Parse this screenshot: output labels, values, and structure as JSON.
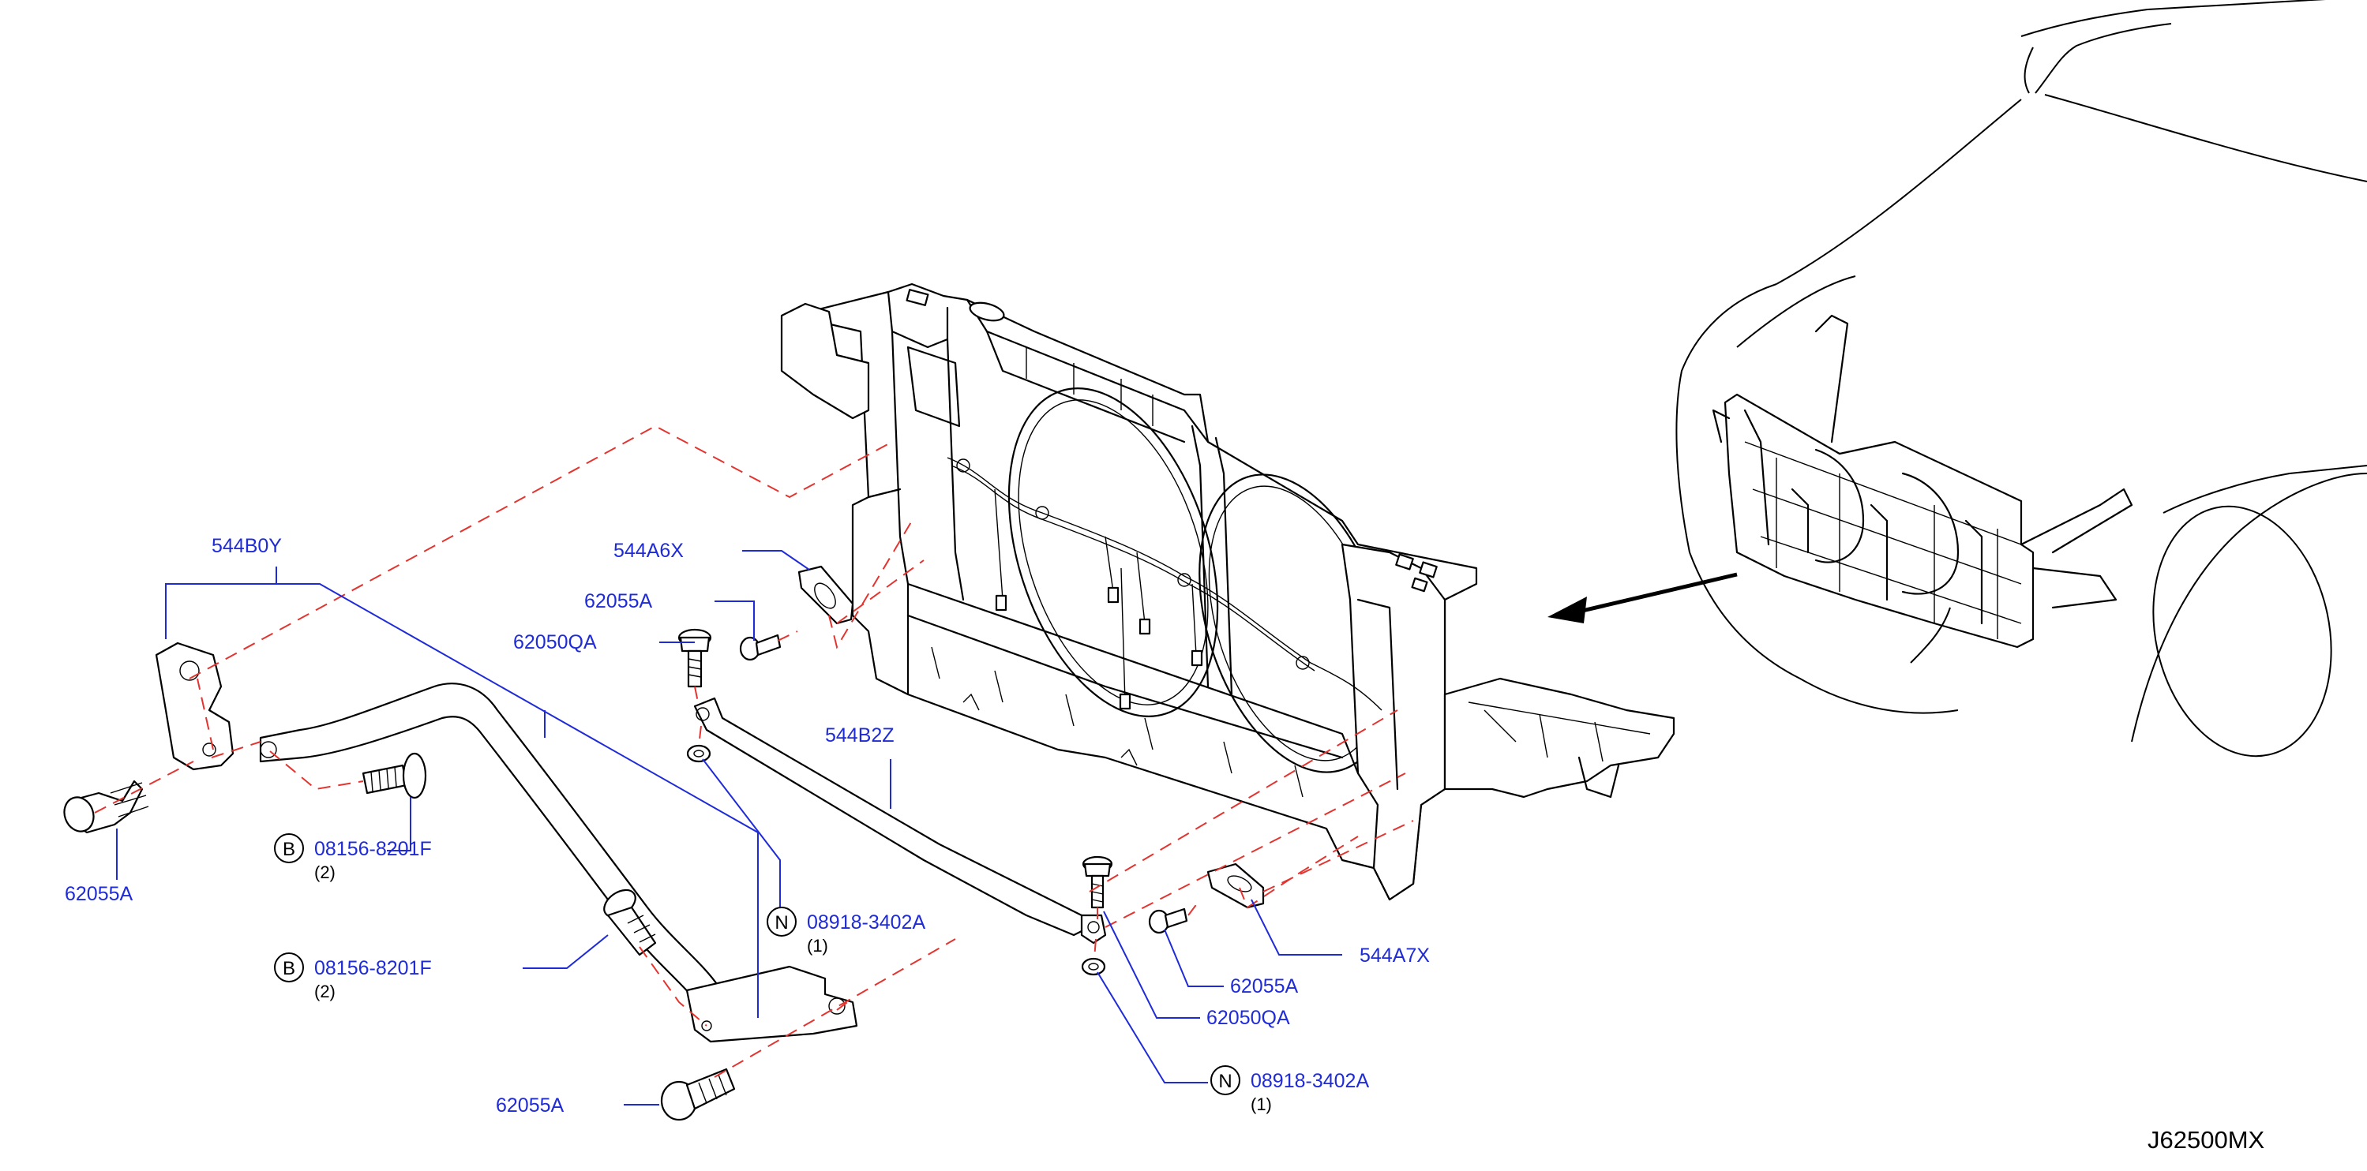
{
  "figure_code": "J62500MX",
  "callouts": {
    "c_544B0Y": "544B0Y",
    "c_544A6X": "544A6X",
    "c_62055A_top": "62055A",
    "c_62050QA_top": "62050QA",
    "c_544B2Z": "544B2Z",
    "c_62055A_left": "62055A",
    "c_B_upper": "08156-8201F",
    "c_B_upper_qty": "(2)",
    "c_B_lower": "08156-8201F",
    "c_B_lower_qty": "(2)",
    "c_62055A_bottom": "62055A",
    "c_N_upper": "08918-3402A",
    "c_N_upper_qty": "(1)",
    "c_62055A_right": "62055A",
    "c_544A7X": "544A7X",
    "c_62050QA_bottom": "62050QA",
    "c_N_lower": "08918-3402A",
    "c_N_lower_qty": "(1)"
  },
  "badges": {
    "bolt": "B",
    "nut": "N"
  },
  "colors": {
    "callout": "#1f2bd6",
    "leader": "#1f2bd6",
    "dash": "#e3342f",
    "line": "#000000"
  }
}
